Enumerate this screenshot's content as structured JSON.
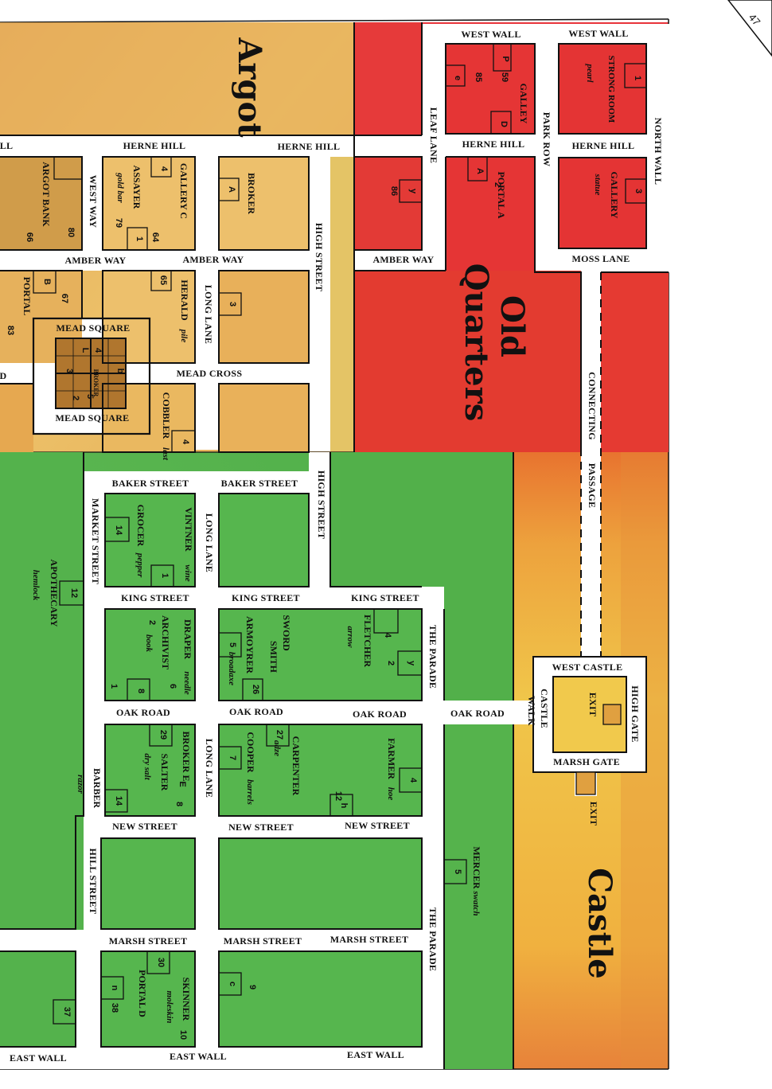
{
  "page_number": "47",
  "districts": {
    "argot": "Argot",
    "old_quarters_1": "Old",
    "old_quarters_2": "Quarters",
    "castle": "Castle"
  },
  "streets": {
    "west_wall_1": "WEST WALL",
    "west_wall_2": "WEST WALL",
    "north_wall": "NORTH WALL",
    "leaf_lane": "LEAF LANE",
    "park_row": "PARK ROW",
    "herne_hill_1": "HERNE HILL",
    "herne_hill_2": "HERNE HILL",
    "herne_hill_3": "HERNE HILL",
    "herne_hill_4": "HERNE HILL",
    "herne_hill_edge": "LL",
    "west_way": "WEST WAY",
    "high_street_1": "HIGH STREET",
    "high_street_2": "HIGH STREET",
    "amber_way_1": "AMBER WAY",
    "amber_way_2": "AMBER WAY",
    "amber_way_3": "AMBER WAY",
    "moss_lane": "MOSS LANE",
    "long_lane_1": "LONG LANE",
    "long_lane_2": "LONG LANE",
    "long_lane_3": "LONG LANE",
    "mead_square_1": "MEAD SQUARE",
    "mead_square_2": "MEAD SQUARE",
    "mead_cross": "MEAD CROSS",
    "connecting_passage_1": "CONNECTING",
    "connecting_passage_2": "PASSAGE",
    "baker_street_1": "BAKER STREET",
    "baker_street_2": "BAKER STREET",
    "market_street": "MARKET STREET",
    "king_street_1": "KING STREET",
    "king_street_2": "KING STREET",
    "king_street_3": "KING STREET",
    "the_parade_1": "THE PARADE",
    "the_parade_2": "THE PARADE",
    "oak_road_1": "OAK ROAD",
    "oak_road_2": "OAK ROAD",
    "oak_road_3": "OAK ROAD",
    "oak_road_4": "OAK ROAD",
    "castle_walk_1": "CASTLE",
    "castle_walk_2": "WALK",
    "west_castle": "WEST CASTLE",
    "high_gate": "HIGH GATE",
    "marsh_gate": "MARSH GATE",
    "exit_1": "EXIT",
    "exit_2": "EXIT",
    "new_street_1": "NEW STREET",
    "new_street_2": "NEW STREET",
    "new_street_3": "NEW STREET",
    "hill_street": "HILL STREET",
    "marsh_street_1": "MARSH STREET",
    "marsh_street_2": "MARSH STREET",
    "marsh_street_3": "MARSH STREET",
    "east_wall_1": "EAST WALL",
    "east_wall_2": "EAST WALL",
    "east_wall_3": "EAST WALL",
    "d_edge": "D"
  },
  "shops": {
    "strong_room": "STRONG ROOM",
    "pearl": "pearl",
    "gallery_1": "GALLEY",
    "gallery_statue": "GALLERY",
    "statue": "statue",
    "portal_a": "PORTAL A",
    "argot_bank": "ARGOT BANK",
    "assayer": "ASSAYER",
    "gold_bar": "gold bar",
    "gallery_c": "GALLERY C",
    "broker_1": "BROKER",
    "portal": "PORTAL",
    "herald": "HERALD",
    "pile": "pile",
    "cobbler": "COBBLER",
    "last": "last",
    "grocer": "GROCER",
    "pepper": "pepper",
    "vintner": "VINTNER",
    "wine": "wine",
    "apothecary": "APOTHECARY",
    "hemlock": "hemlock",
    "draper": "DRAPER",
    "needle": "needle",
    "archivist": "ARCHIVIST",
    "book": "book",
    "armoyrer": "ARMOYRER",
    "broadaxe": "broadaxe",
    "sword_smith_1": "SWORD",
    "sword_smith_2": "SMITH",
    "fletcher": "FLETCHER",
    "arrow": "arrow",
    "broker_e": "BROKER E",
    "salter": "SALTER",
    "dry_salt": "dry salt",
    "barber": "BARBER",
    "razor": "razor",
    "cooper": "COOPER",
    "barrels": "barrels",
    "carpenter": "CARPENTER",
    "adze": "adze",
    "farmer": "FARMER",
    "hoe": "hoe",
    "mercer": "MERCER",
    "swatch": "swatch",
    "portal_d": "PORTAL D",
    "skinner": "SKINNER",
    "moleskin": "moleskin",
    "broker_mead": "BROKER"
  },
  "numbers": {
    "n1": "1",
    "n2": "2",
    "n3": "3",
    "n4": "4",
    "n5": "5",
    "n59": "59",
    "n85": "85",
    "n86": "86",
    "n64": "64",
    "n79": "79",
    "n66": "66",
    "n80": "80",
    "n67": "67",
    "n65": "65",
    "n83": "83",
    "n14": "14",
    "n12": "12",
    "n8": "8",
    "n6": "6",
    "n26": "26",
    "n29": "29",
    "n27": "27",
    "n7": "7",
    "n10": "10",
    "n9": "9",
    "n30": "30",
    "n38": "38",
    "n37": "37",
    "l_P": "P",
    "l_e": "e",
    "l_D": "D",
    "l_A": "A",
    "l_y": "y",
    "l_B": "B",
    "l_n": "n",
    "l_h": "h",
    "l_c": "c",
    "l_E": "E",
    "l_b": "b",
    "l_L": "L",
    "l_I": "I"
  },
  "colors": {
    "argot": "#e8b95a",
    "old_quarters": "#e23a33",
    "green": "#55b44c",
    "castle": "#f0c04a",
    "street": "#ffffff",
    "ink": "#111111"
  }
}
